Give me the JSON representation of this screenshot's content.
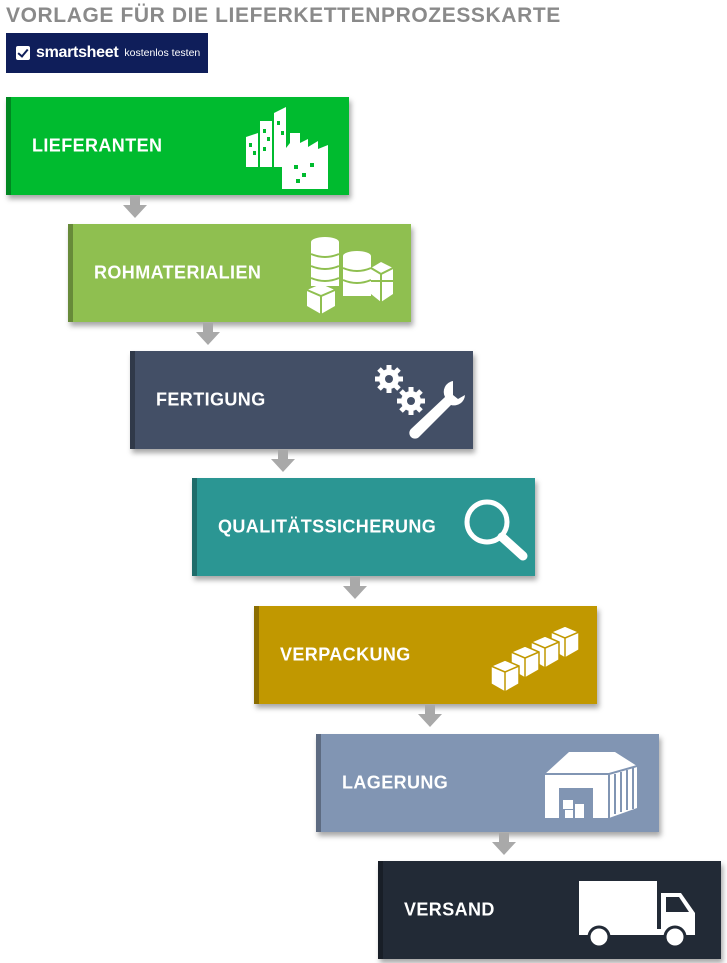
{
  "title": "VORLAGE FÜR DIE LIEFERKETTENPROZESSKARTE",
  "logo": {
    "brand": "smartsheet",
    "sub": "kostenlos testen"
  },
  "colors": {
    "arrow": "#a9a9a9",
    "title": "#8a8a8a",
    "logo_bg": "#0f1e5a"
  },
  "steps": [
    {
      "label": "LIEFERANTEN",
      "color": "#00bb2f",
      "icon": "buildings-icon"
    },
    {
      "label": "ROHMATERIALIEN",
      "color": "#8fbf50",
      "icon": "materials-icon"
    },
    {
      "label": "FERTIGUNG",
      "color": "#434f66",
      "icon": "gears-wrench-icon"
    },
    {
      "label": "QUALITÄTSSICHERUNG",
      "color": "#2b9693",
      "icon": "magnifier-icon"
    },
    {
      "label": "VERPACKUNG",
      "color": "#c19800",
      "icon": "boxes-icon"
    },
    {
      "label": "LAGERUNG",
      "color": "#8195b3",
      "icon": "warehouse-icon"
    },
    {
      "label": "VERSAND",
      "color": "#222a36",
      "icon": "truck-icon"
    }
  ]
}
